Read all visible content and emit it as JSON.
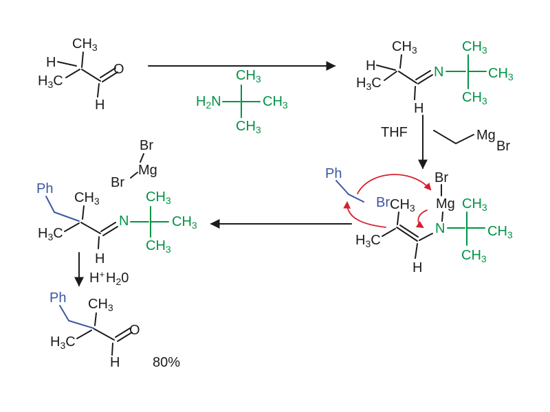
{
  "colors": {
    "skeleton": "#1b1b1b",
    "amine_fragment": "#009245",
    "benzyl_fragment": "#3a55a5",
    "mechanism_arrows": "#d6202f",
    "background": "#ffffff"
  },
  "text": {
    "CH": "CH",
    "C": "C",
    "H": "H",
    "N": "N",
    "O": "O",
    "Ph": "Ph",
    "Br": "Br",
    "Mg": "Mg",
    "THF": "THF",
    "sub2": "2",
    "sub3": "3",
    "plus": "+",
    "zero": "0",
    "yield": "80%"
  }
}
